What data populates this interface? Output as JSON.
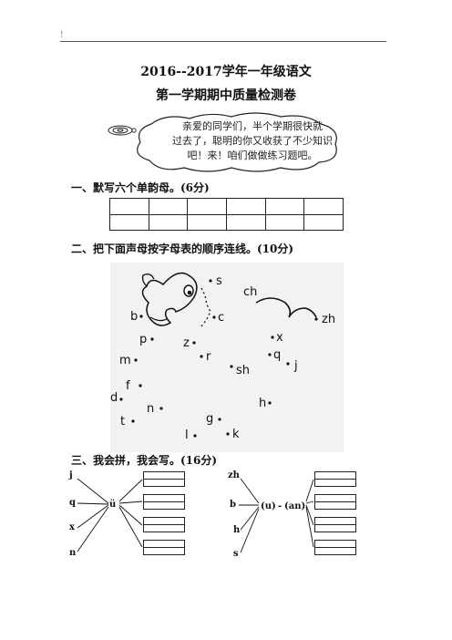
{
  "header": {
    "mark": "!"
  },
  "title": {
    "line1": "2016--2017学年一年级语文",
    "line2": "第一学期期中质量检测卷"
  },
  "cloud": {
    "lines": [
      "亲爱的同学们，半个学期很快就",
      "过去了，聪明的你又收获了不少知识",
      "吧！来！咱们做做练习题吧。"
    ]
  },
  "section1": {
    "heading": "一、默写六个单韵母。(6分)",
    "grid_rows": 2,
    "grid_cols": 6
  },
  "section2": {
    "heading": "二、把下面声母按字母表的顺序连线。(10分)",
    "letters": [
      "s",
      "ch",
      "b",
      "c",
      "zh",
      "p",
      "z",
      "x",
      "m",
      "r",
      "q",
      "j",
      "sh",
      "f",
      "d",
      "n",
      "h",
      "t",
      "g",
      "l",
      "k"
    ]
  },
  "section3": {
    "heading": "三、我会拼，我会写。(16分)",
    "left": {
      "initials": [
        "j",
        "q",
        "x",
        "n"
      ],
      "final": "ü"
    },
    "right": {
      "initials": [
        "zh",
        "b",
        "h",
        "s"
      ],
      "medial": "(u)",
      "dash": "-",
      "final": "(an)"
    }
  }
}
